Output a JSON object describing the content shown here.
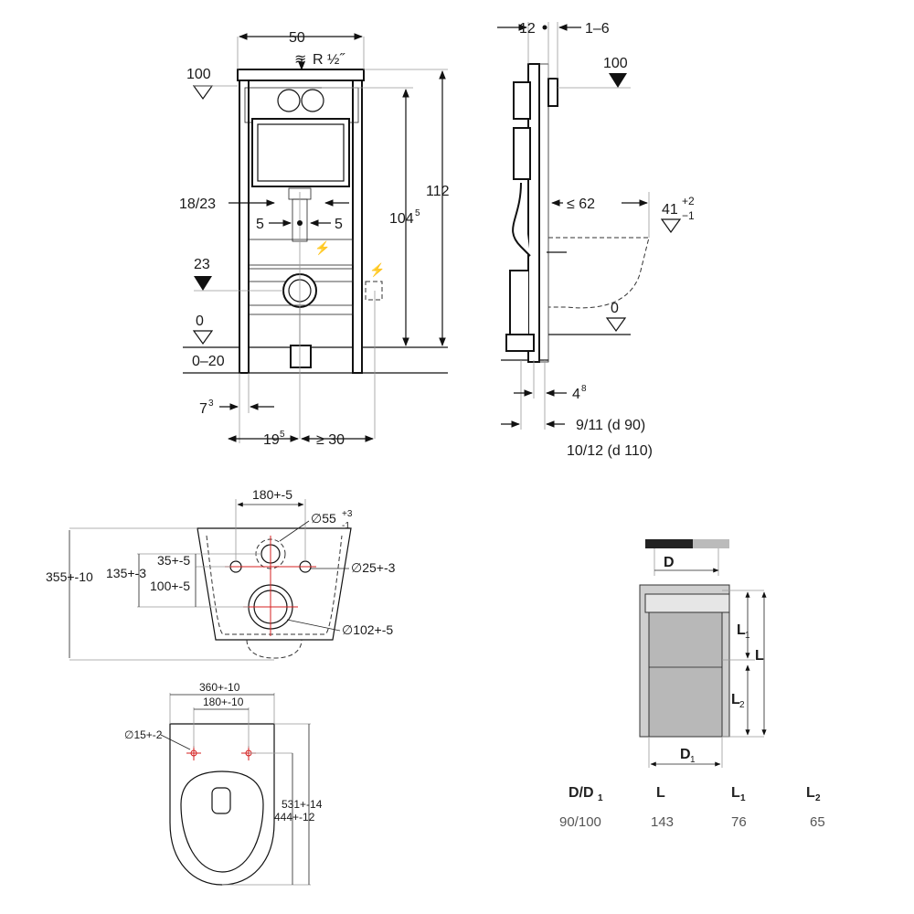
{
  "front_view": {
    "width": "50",
    "thread": "R ½˝",
    "level_100": "100",
    "height_112": "112",
    "height_104": "104",
    "height_104_sup": "5",
    "spacing_18_23": "18/23",
    "offset_5_left": "5",
    "offset_5_right": "5",
    "level_23": "23",
    "level_0": "0",
    "range_0_20": "0–20",
    "dim_7": "7",
    "dim_7_sup": "3",
    "dim_19": "19",
    "dim_19_sup": "5",
    "dim_ge_30": "≥ 30"
  },
  "side_view": {
    "dim_12": "12",
    "dim_1_6": "1–6",
    "level_100": "100",
    "dim_le_62": "≤ 62",
    "level_41": "41",
    "level_41_plus": "+2",
    "level_41_minus": "−1",
    "level_0": "0",
    "dim_4": "4",
    "dim_4_sup": "8",
    "pipe_90": "9/11 (d 90)",
    "pipe_110": "10/12 (d 110)"
  },
  "bowl_rear": {
    "dim_180": "180+-5",
    "dia_55": "∅55",
    "dia_55_plus": "+3",
    "dia_55_minus": "-1",
    "dim_355": "355+-10",
    "dim_135": "135+-3",
    "dim_35": "35+-5",
    "dim_100": "100+-5",
    "dia_25": "∅25+-3",
    "dia_102": "∅102+-5"
  },
  "bowl_top": {
    "dim_360": "360+-10",
    "dim_180": "180+-10",
    "dia_15": "∅15+-2",
    "dim_531": "531+-14",
    "dim_444": "444+-12"
  },
  "pipe": {
    "label_D": "D",
    "label_D1": "D",
    "label_D1_sub": "1",
    "label_L": "L",
    "label_L1": "L",
    "label_L1_sub": "1",
    "label_L2": "L",
    "label_L2_sub": "2"
  },
  "table": {
    "headers": [
      {
        "main": "D/D",
        "sub": "1"
      },
      {
        "main": "L",
        "sub": ""
      },
      {
        "main": "L",
        "sub": "1"
      },
      {
        "main": "L",
        "sub": "2"
      }
    ],
    "values": [
      "90/100",
      "143",
      "76",
      "65"
    ]
  }
}
